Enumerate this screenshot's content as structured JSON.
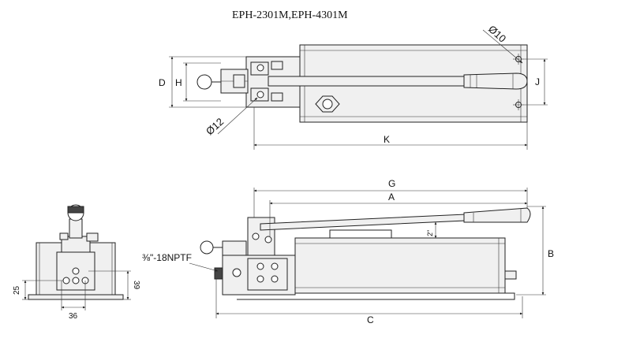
{
  "title": "EPH-2301M,EPH-4301M",
  "top_view": {
    "dim_d": "D",
    "dim_h": "H",
    "dim_j": "J",
    "dim_k": "K",
    "dia_10": "Ø10",
    "dia_12": "Ø12"
  },
  "side_view": {
    "dim_g": "G",
    "dim_a": "A",
    "dim_b": "B",
    "dim_c": "C",
    "dim_2in": "2\"",
    "port_label": "⅜\"-18NPTF"
  },
  "end_view": {
    "dim_25": "25",
    "dim_39": "39",
    "dim_36": "36"
  }
}
